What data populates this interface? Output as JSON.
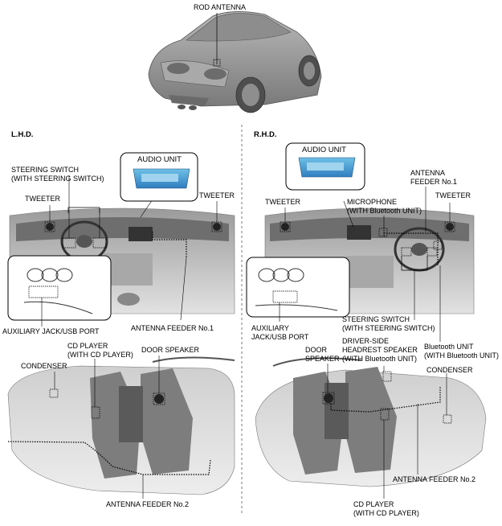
{
  "sections": {
    "lhd": "L.H.D.",
    "rhd": "R.H.D."
  },
  "top": {
    "rod_antenna": "ROD ANTENNA"
  },
  "lhd": {
    "audio_unit": "AUDIO UNIT",
    "steering_switch_1": "STEERING SWITCH",
    "steering_switch_2": "(WITH STEERING SWITCH)",
    "tweeter_left": "TWEETER",
    "tweeter_right": "TWEETER",
    "aux_jack": "AUXILIARY JACK/USB PORT",
    "antenna_feeder_1": "ANTENNA FEEDER No.1",
    "cd_player_1": "CD PLAYER",
    "cd_player_2": "(WITH CD PLAYER)",
    "door_speaker": "DOOR SPEAKER",
    "condenser": "CONDENSER",
    "antenna_feeder_2": "ANTENNA FEEDER No.2"
  },
  "rhd": {
    "audio_unit": "AUDIO UNIT",
    "antenna_feeder_1a": "ANTENNA",
    "antenna_feeder_1b": "FEEDER No.1",
    "tweeter_left": "TWEETER",
    "tweeter_right": "TWEETER",
    "microphone_1": "MICROPHONE",
    "microphone_2": "(WITH Bluetooth UNIT)",
    "aux_jack_1": "AUXILIARY",
    "aux_jack_2": "JACK/USB PORT",
    "steering_switch_1": "STEERING SWITCH",
    "steering_switch_2": "(WITH STEERING SWITCH)",
    "door_speaker_1": "DOOR",
    "door_speaker_2": "SPEAKER",
    "headrest_1": "DRIVER-SIDE",
    "headrest_2": "HEADREST SPEAKER",
    "headrest_3": "(WITH Bluetooth UNIT)",
    "bt_unit_1": "Bluetooth UNIT",
    "bt_unit_2": "(WITH Bluetooth UNIT)",
    "condenser": "CONDENSER",
    "antenna_feeder_2": "ANTENNA FEEDER No.2",
    "cd_player_1": "CD PLAYER",
    "cd_player_2": "(WITH CD PLAYER)"
  }
}
